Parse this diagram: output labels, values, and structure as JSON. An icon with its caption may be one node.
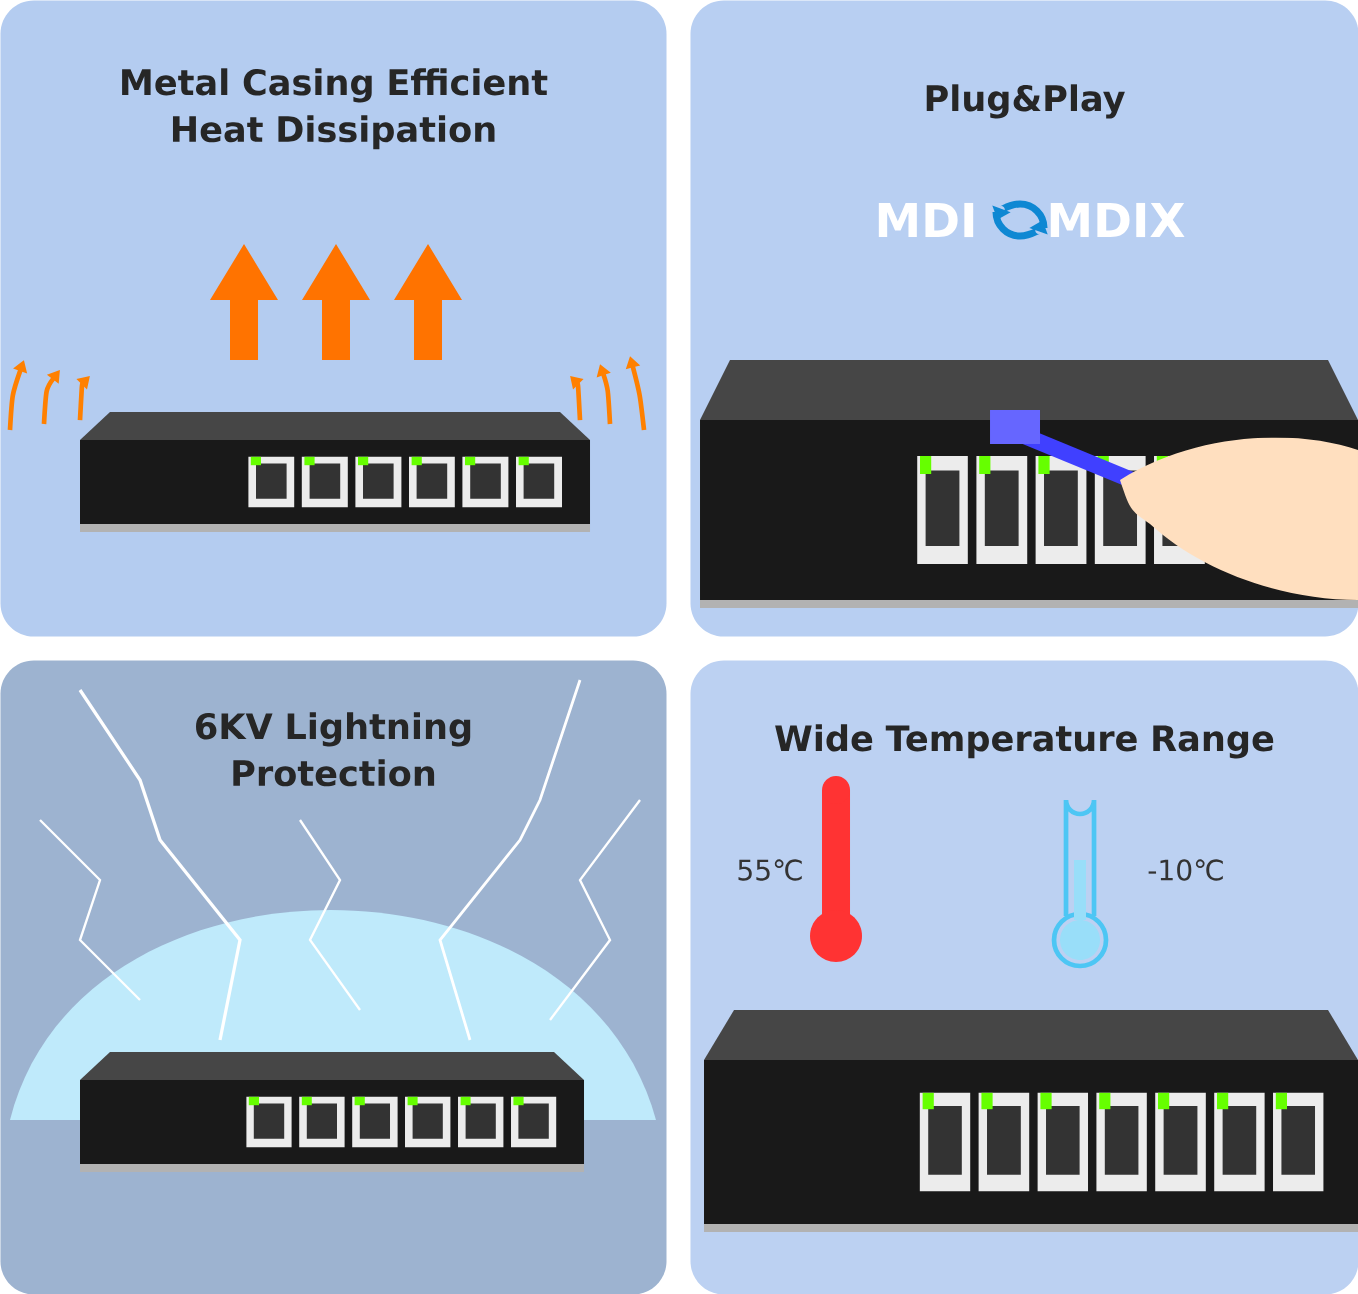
{
  "diagram": {
    "nodes": [
      {
        "text": [
          "Metal Casing Efficient Heat Dissipation"
        ]
      },
      {
        "text": [
          "Plug&Play"
        ]
      },
      {
        "text": [
          "6KV Lightning Protection"
        ]
      },
      {
        "text": [
          "Wide Temperature Range"
        ]
      }
    ],
    "labels": [
      "MDI",
      "MDIX",
      "55℃",
      "-10℃"
    ]
  }
}
